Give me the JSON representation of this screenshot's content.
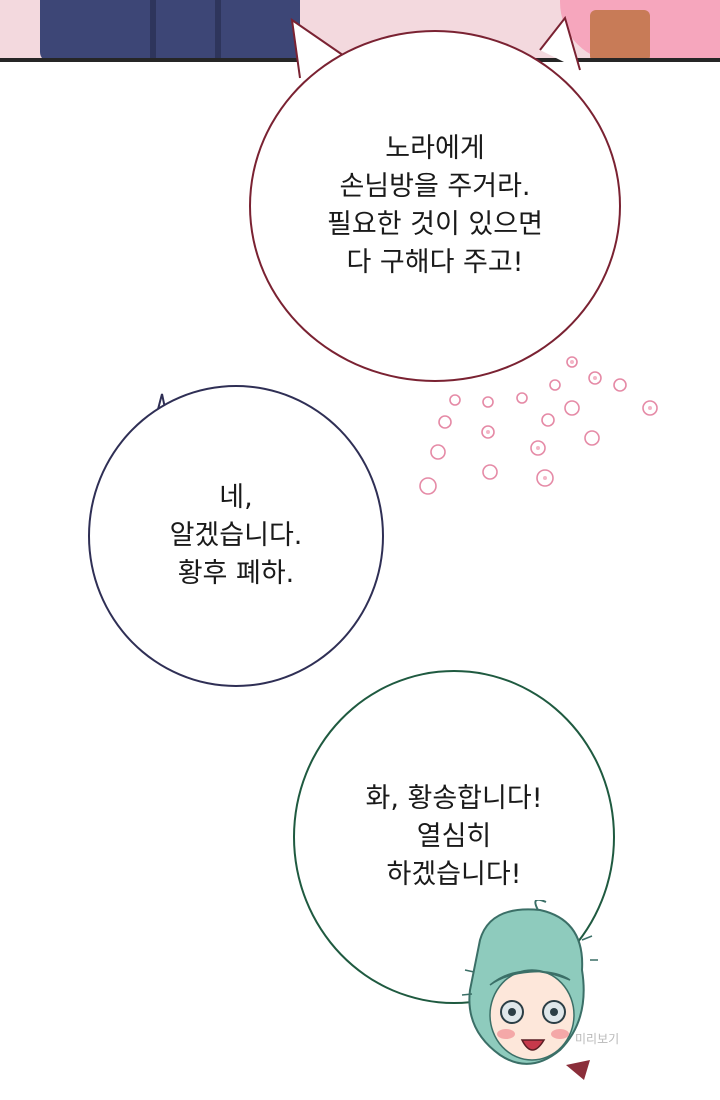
{
  "top_panel": {
    "description_colors": {
      "skirt": "#3d4676",
      "hair": "#f6a6bd"
    }
  },
  "bubble_1": {
    "lines": [
      "노라에게",
      "손님방을 주거라.",
      "필요한 것이 있으면",
      "다 구해다 주고!"
    ],
    "border_color": "#7a2232"
  },
  "bubble_2": {
    "lines": [
      "네,",
      "알겠습니다.",
      "황후 폐하."
    ],
    "border_color": "#2f2f55"
  },
  "bubble_3": {
    "lines": [
      "화, 황송합니다!",
      "열심히",
      "하겠습니다!"
    ],
    "border_color": "#1f5a40"
  },
  "decor": {
    "flower_color": "#e58aa6"
  },
  "watermark": {
    "text": "미리보기"
  }
}
